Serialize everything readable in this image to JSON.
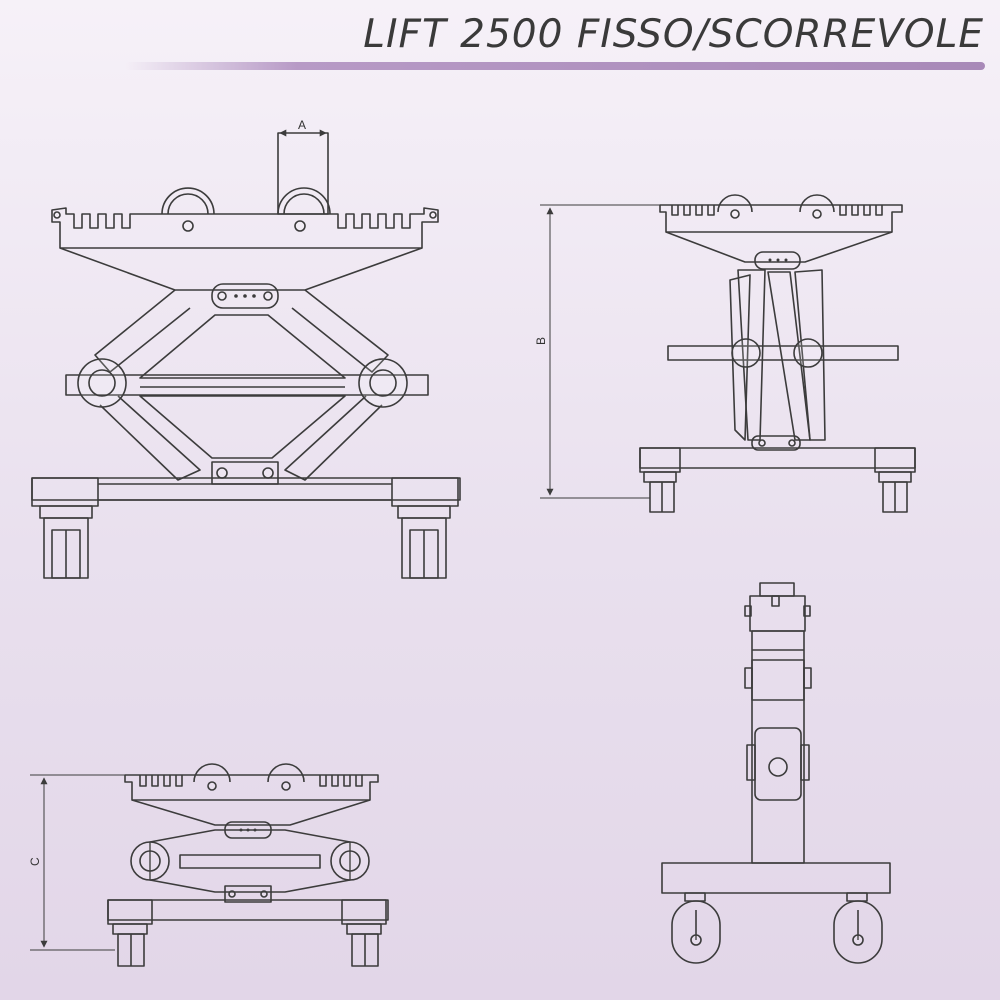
{
  "header": {
    "title": "LIFT 2500 FISSO/SCORREVOLE"
  },
  "dimensions": {
    "a": "A",
    "b": "B",
    "c": "C"
  },
  "colors": {
    "line": "#3c3c3c",
    "accent": "#a889b8",
    "background": "#ece3f0"
  }
}
